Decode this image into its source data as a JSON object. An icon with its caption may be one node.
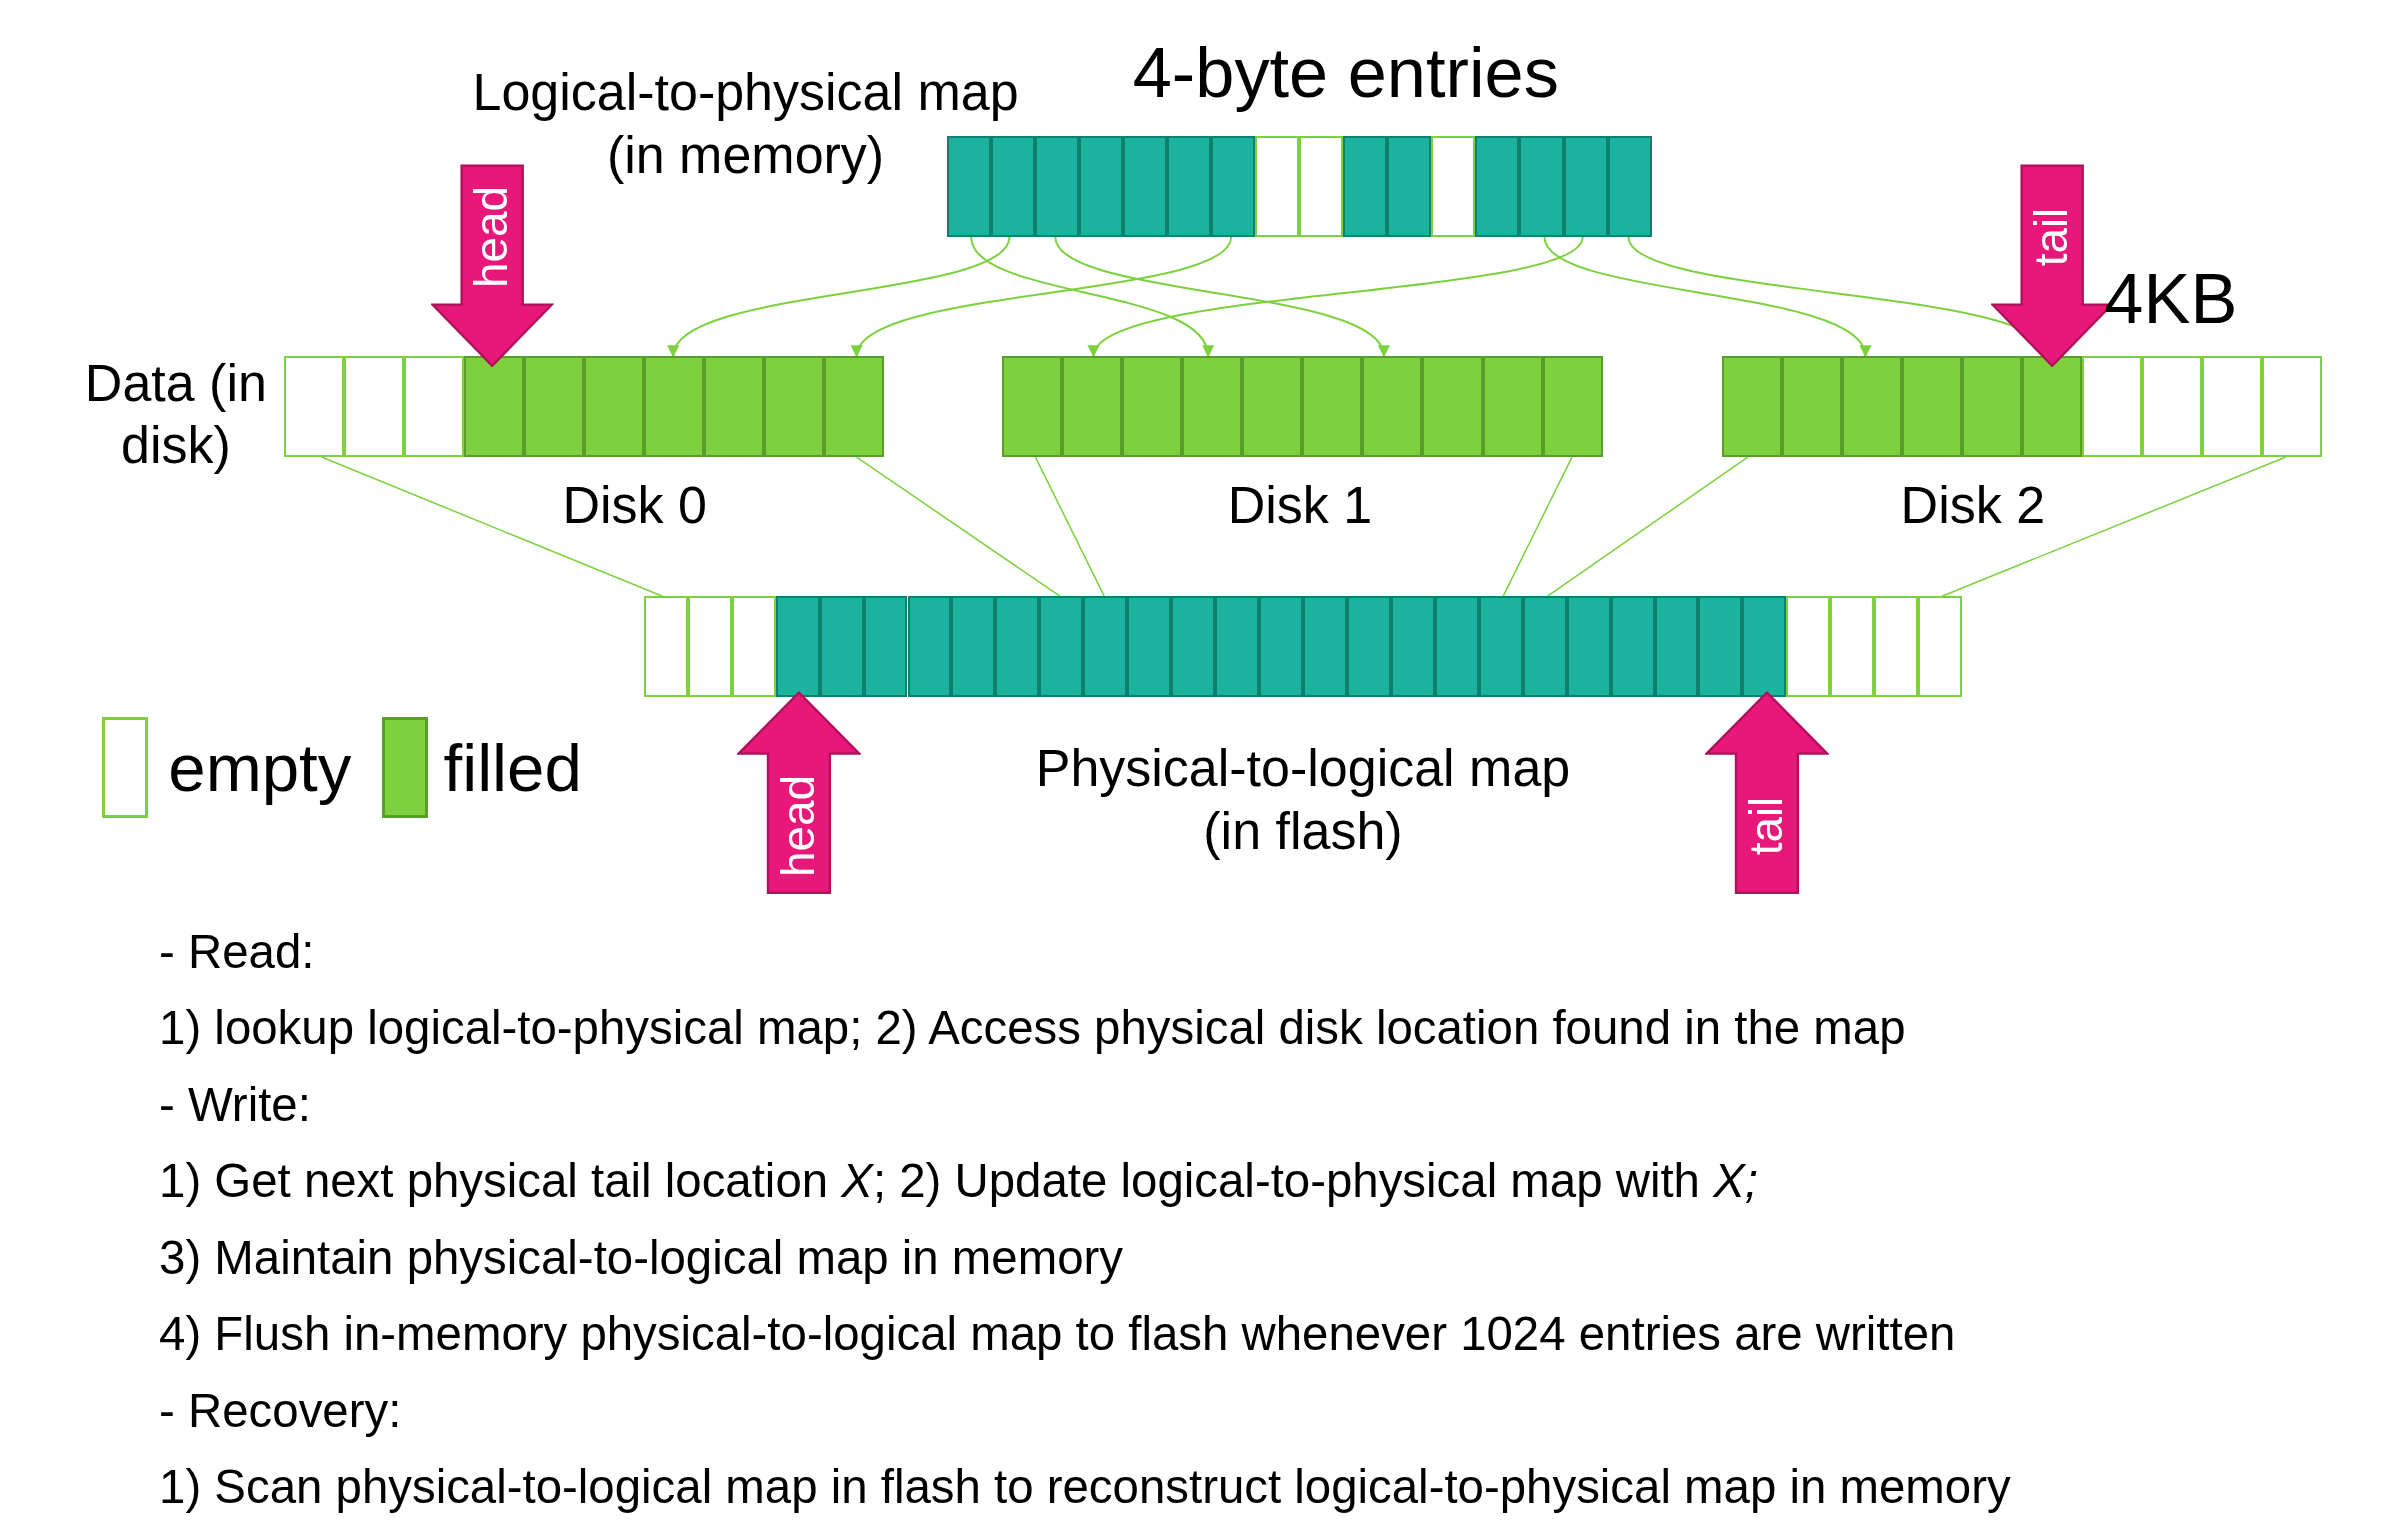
{
  "diagram": {
    "nodes": [
      {
        "text": [],
        "shape": "bar",
        "beside": [
          "Logical-to-physical map (in memory)",
          "4-byte entries"
        ]
      },
      {
        "text": [],
        "shape": "bar",
        "beside": [
          "Disk 0"
        ]
      },
      {
        "text": [],
        "shape": "bar",
        "beside": [
          "Disk 1"
        ]
      },
      {
        "text": [],
        "shape": "bar",
        "beside": [
          "Disk 2"
        ]
      },
      {
        "text": [],
        "shape": "bar",
        "beside": [
          "Physical-to-logical map (in flash)"
        ]
      },
      {
        "text": [
          "head"
        ]
      },
      {
        "text": [
          "tail"
        ]
      },
      {
        "text": [
          "head"
        ]
      },
      {
        "text": [
          "tail"
        ]
      }
    ],
    "edges": [
      {
        "from": 0,
        "to": 1,
        "arrow": "to"
      },
      {
        "from": 0,
        "to": 1,
        "arrow": "to"
      },
      {
        "from": 0,
        "to": 2,
        "arrow": "to"
      },
      {
        "from": 0,
        "to": 2,
        "arrow": "to"
      },
      {
        "from": 0,
        "to": 2,
        "arrow": "to"
      },
      {
        "from": 0,
        "to": 3,
        "arrow": "to"
      },
      {
        "from": 0,
        "to": 3,
        "arrow": "to"
      },
      {
        "from": 1,
        "to": 4,
        "arrow": "none"
      },
      {
        "from": 1,
        "to": 4,
        "arrow": "none"
      },
      {
        "from": 2,
        "to": 4,
        "arrow": "none"
      },
      {
        "from": 2,
        "to": 4,
        "arrow": "none"
      },
      {
        "from": 3,
        "to": 4,
        "arrow": "none"
      },
      {
        "from": 3,
        "to": 4,
        "arrow": "none"
      }
    ],
    "labels": [
      "Data (in disk)",
      "4KB",
      "- Read:",
      "1) lookup logical-to-physical map; 2) Access physical disk location found in the map",
      "- Write:",
      "1) Get next physical tail location *X*; 2) Update logical-to-physical map with *X;*",
      "3) Maintain physical-to-logical map in memory",
      "4) Flush in-memory physical-to-logical map to flash whenever 1024 entries are written",
      "- Recovery:",
      "1) Scan physical-to-logical map in flash to reconstruct logical-to-physical map in memory"
    ],
    "legend": [
      {
        "text": "empty",
        "color": "#ffffff"
      },
      {
        "text": "filled",
        "color": "#7dd13f"
      }
    ]
  }
}
